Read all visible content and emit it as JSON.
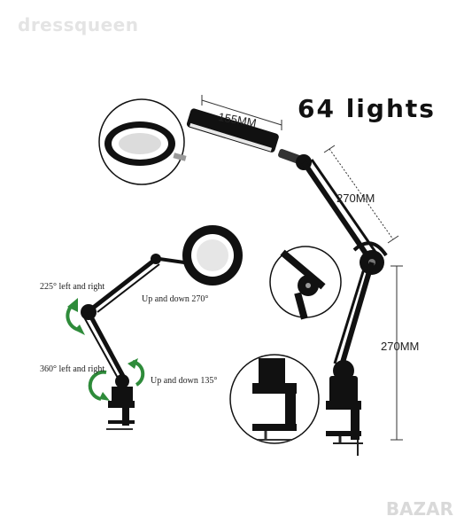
{
  "watermark": "dressqueen",
  "headline": "64 lights",
  "dimensions": {
    "head_width": "155MM",
    "upper_arm": "270MM",
    "lower_arm": "270MM"
  },
  "rotation_notes": {
    "head_side": "225° left and right",
    "head_tilt": "Up and down 270°",
    "base_side": "360° left and right",
    "base_tilt": "Up and down 135°"
  },
  "badge": "BAZAR",
  "colors": {
    "lamp_body": "#111111",
    "led_ring": "#ffffff",
    "rotation_arrow": "#2e8b3a",
    "dimension_line": "#333333"
  },
  "icons": [
    "rotation-arrow-icon"
  ]
}
